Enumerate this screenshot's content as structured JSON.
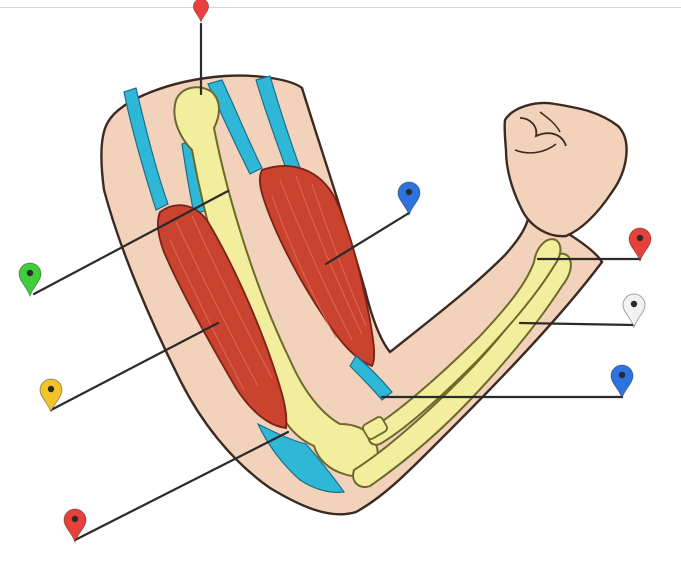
{
  "palette": {
    "skin": "#f3d2bb",
    "skin_outline": "#3a2a22",
    "bone": "#f3ee9e",
    "bone_outline": "#6b6a2a",
    "muscle": "#c9432f",
    "muscle_dark": "#a7301f",
    "tendon": "#2fb7d8",
    "leader_line": "#2a2a2a",
    "divider": "#d6d6d6"
  },
  "diagram": {
    "subject": "arm-muscles-elbow-flexed",
    "pins": [
      {
        "name": "pin-top",
        "color": "#e8403b",
        "color_name": "red"
      },
      {
        "name": "pin-left-upper",
        "color": "#3fcf3a",
        "color_name": "green"
      },
      {
        "name": "pin-center",
        "color": "#2e72e0",
        "color_name": "blue"
      },
      {
        "name": "pin-right-top",
        "color": "#e8403b",
        "color_name": "red"
      },
      {
        "name": "pin-right-middle",
        "color": "#f2f2f2",
        "color_name": "white"
      },
      {
        "name": "pin-left-middle",
        "color": "#f2c429",
        "color_name": "yellow"
      },
      {
        "name": "pin-right-bottom",
        "color": "#2e72e0",
        "color_name": "blue"
      },
      {
        "name": "pin-left-bottom",
        "color": "#e8403b",
        "color_name": "red"
      }
    ]
  }
}
